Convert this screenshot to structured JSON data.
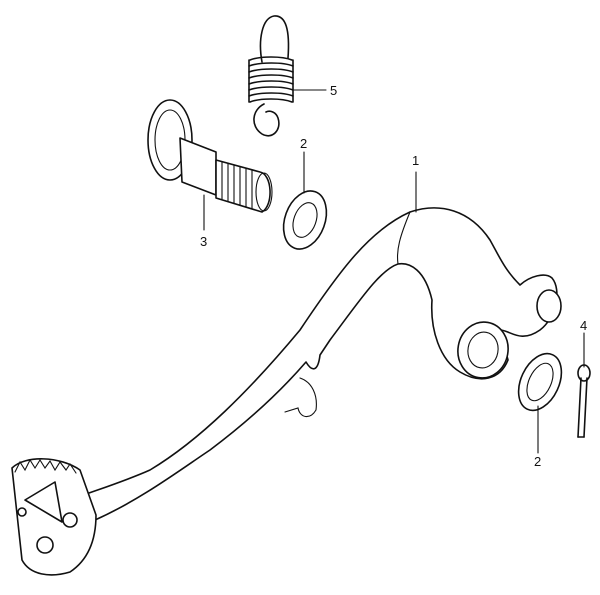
{
  "callouts": [
    {
      "id": "brake-pedal",
      "number": "1"
    },
    {
      "id": "washer-upper",
      "number": "2"
    },
    {
      "id": "pivot-bolt",
      "number": "3"
    },
    {
      "id": "cotter-pin",
      "number": "4"
    },
    {
      "id": "return-spring",
      "number": "5"
    },
    {
      "id": "washer-lower",
      "number": "2"
    }
  ]
}
